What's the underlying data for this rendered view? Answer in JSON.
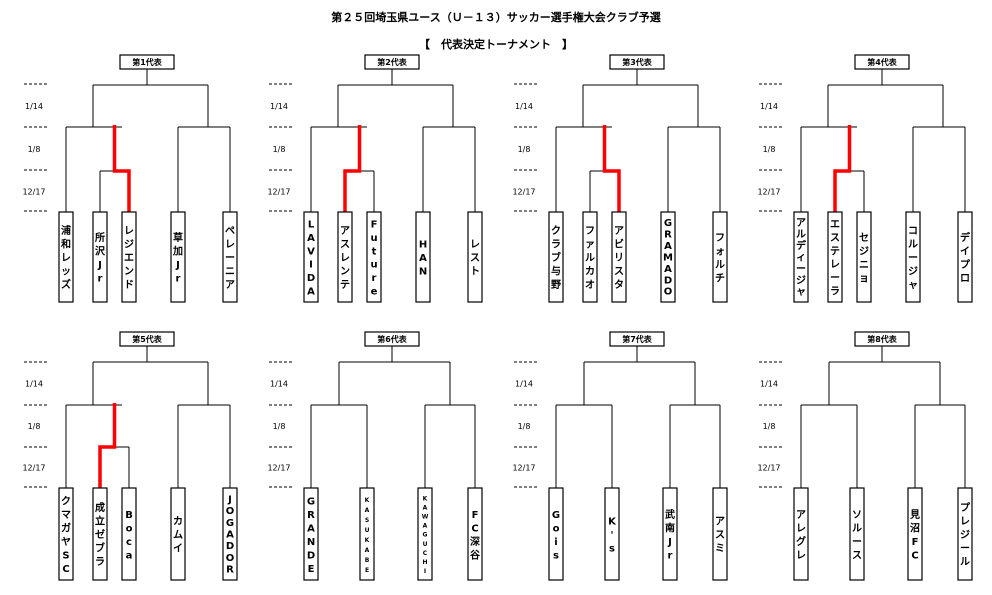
{
  "title": "第２５回埼玉県ユース（Ｕ－１３）サッカー選手権大会クラブ予選",
  "subtitle": "【　代表決定トーナメント　】",
  "round_labels": [
    "1/14",
    "1/8",
    "12/17"
  ],
  "colors": {
    "line": "#000000",
    "winner": "#ff0000"
  },
  "brackets": [
    {
      "header": "第1代表",
      "type": "five",
      "teams": [
        "浦和レッズ",
        "所沢Jr",
        "レジエンド",
        "草加Jr",
        "ペレーニア"
      ],
      "winner_index": 2
    },
    {
      "header": "第2代表",
      "type": "five",
      "teams": [
        "LAVIDA",
        "アスレンテ",
        "Future",
        "HAN",
        "レスト"
      ],
      "winner_index": 1
    },
    {
      "header": "第3代表",
      "type": "five",
      "teams": [
        "クラブ与野",
        "ファルカオ",
        "アビリスタ",
        "GRAMADO",
        "フォルチ"
      ],
      "winner_index": 2
    },
    {
      "header": "第4代表",
      "type": "five",
      "teams": [
        "アルディージャ",
        "エステレーラ",
        "セジニョ",
        "コルージャ",
        "デイプロ"
      ],
      "winner_index": 1
    },
    {
      "header": "第5代表",
      "type": "five",
      "teams": [
        "クマガヤSC",
        "成立ゼブラ",
        "Boca",
        "カムイ",
        "JOGADOR"
      ],
      "winner_index": 1
    },
    {
      "header": "第6代表",
      "type": "four",
      "teams": [
        "GRANDE",
        "KASUKABE",
        "KAWAGUCHI",
        "FC深谷"
      ]
    },
    {
      "header": "第7代表",
      "type": "four",
      "teams": [
        "Gois",
        "K's",
        "武南Jr",
        "アスミ"
      ]
    },
    {
      "header": "第8代表",
      "type": "four",
      "teams": [
        "アレグレ",
        "ソルース",
        "見沼FC",
        "プレジール"
      ]
    }
  ]
}
